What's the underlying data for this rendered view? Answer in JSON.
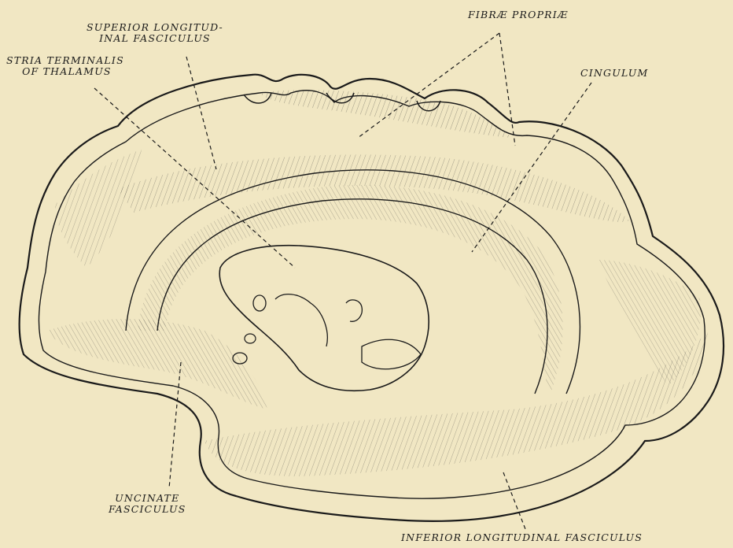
{
  "labels": {
    "superior_longitudinal": {
      "line1": "SUPERIOR LONGITUD-",
      "line2": "INAL FASCICULUS"
    },
    "stria_terminalis": {
      "line1": "STRIA TERMINALIS",
      "line2": "OF THALAMUS"
    },
    "fibrae_propriae": "FIBRÆ PROPRIÆ",
    "cingulum": "CINGULUM",
    "uncinate": {
      "line1": "UNCINATE",
      "line2": "FASCICULUS"
    },
    "inferior_longitudinal": "INFERIOR LONGITUDINAL FASCICULUS"
  },
  "colors": {
    "paper": "#f1e7c3",
    "ink": "#1a1a1a"
  }
}
